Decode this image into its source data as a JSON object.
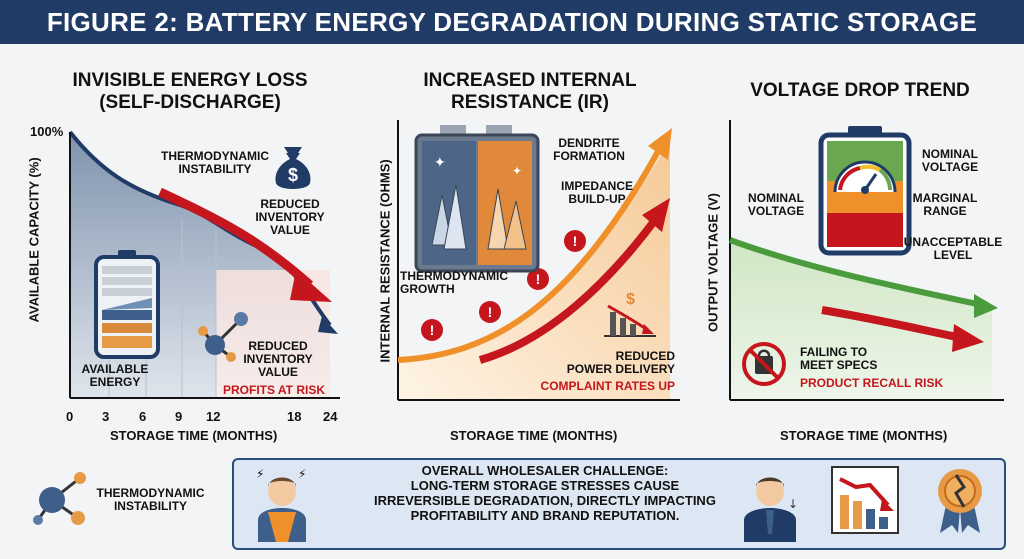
{
  "header": {
    "title": "FIGURE 2: BATTERY ENERGY DEGRADATION DURING STATIC STORAGE"
  },
  "panel1": {
    "title_line1": "INVISIBLE ENERGY LOSS",
    "title_line2": "(SELF-DISCHARGE)",
    "y_axis_title": "AVAILABLE CAPACITY (%)",
    "y_top_label": "100%",
    "x_axis_title": "STORAGE TIME (MONTHS)",
    "x_ticks": [
      "0",
      "3",
      "6",
      "9",
      "12",
      "18",
      "24"
    ],
    "instability_line1": "THERMODYNAMIC",
    "instability_line2": "INSTABILITY",
    "reduced_top_line1": "REDUCED",
    "reduced_top_line2": "INVENTORY",
    "reduced_top_line3": "VALUE",
    "available_line1": "AVAILABLE",
    "available_line2": "ENERGY",
    "reduced_bottom_line1": "REDUCED",
    "reduced_bottom_line2": "INVENTORY",
    "reduced_bottom_line3": "VALUE",
    "profits": "PROFITS AT RISK"
  },
  "panel2": {
    "title_line1": "INCREASED INTERNAL",
    "title_line2": "RESISTANCE (IR)",
    "y_axis_title": "INTERNAL RESISTANCE (OHMS)",
    "x_axis_title": "STORAGE TIME (MONTHS)",
    "dendrite_line1": "DENDRITE",
    "dendrite_line2": "FORMATION",
    "impedance_line1": "IMPEDANCE",
    "impedance_line2": "BUILD-UP",
    "growth_line1": "THERMODYNAMIC",
    "growth_line2": "GROWTH",
    "power_line1": "REDUCED",
    "power_line2": "POWER DELIVERY",
    "complaints": "COMPLAINT RATES UP"
  },
  "panel3": {
    "title": "VOLTAGE DROP TREND",
    "y_axis_title": "OUTPUT VOLTAGE (V)",
    "x_axis_title": "STORAGE TIME (MONTHS)",
    "nominal_right_line1": "NOMINAL",
    "nominal_right_line2": "VOLTAGE",
    "nominal_left_line1": "NOMINAL",
    "nominal_left_line2": "VOLTAGE",
    "marginal_line1": "MARGINAL",
    "marginal_line2": "RANGE",
    "unacceptable_line1": "UNACCEPTABLE",
    "unacceptable_line2": "LEVEL",
    "failing_line1": "FAILING TO",
    "failing_line2": "MEET SPECS",
    "recall": "PRODUCT RECALL RISK"
  },
  "footer": {
    "instability_line1": "THERMODYNAMIC",
    "instability_line2": "INSTABILITY",
    "challenge_title": "OVERALL WHOLESALER CHALLENGE:",
    "challenge_line1": "LONG-TERM STORAGE STRESSES CAUSE",
    "challenge_line2": "IRREVERSIBLE DEGRADATION, DIRECTLY IMPACTING",
    "challenge_line3": "PROFITABILITY AND BRAND REPUTATION."
  },
  "colors": {
    "navy": "#1f3b66",
    "red": "#c4161c",
    "orange": "#f0902a",
    "green": "#4a9b3c"
  }
}
